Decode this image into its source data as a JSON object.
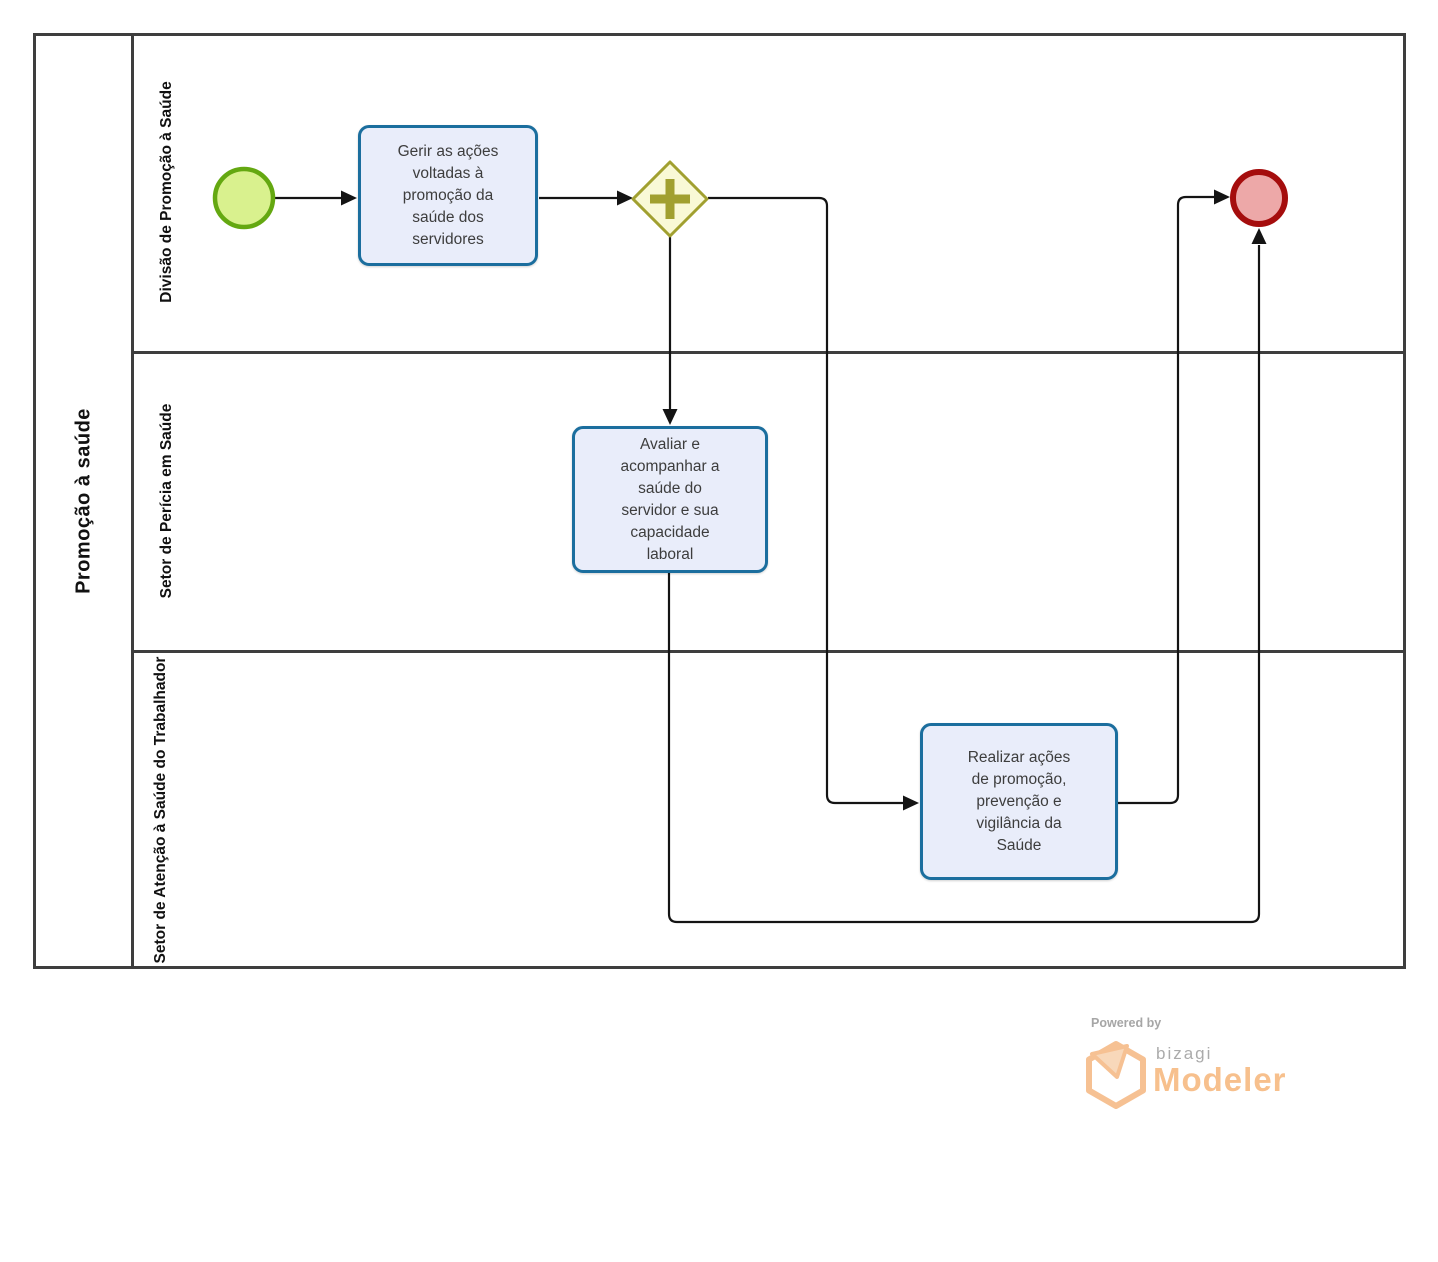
{
  "pool": {
    "label": "Promoção à saúde"
  },
  "lanes": [
    {
      "label": "Divisão de Promoção à Saúde"
    },
    {
      "label": "Setor de Perícia em Saúde"
    },
    {
      "label": "Setor de Atenção à Saúde do Trabalhador"
    }
  ],
  "nodes": {
    "start_event": {
      "type": "start-event"
    },
    "task_gerir": {
      "label": "Gerir as ações voltadas à promoção da saúde dos servidores"
    },
    "gateway": {
      "type": "parallel-gateway"
    },
    "task_avaliar": {
      "label": "Avaliar e acompanhar a saúde do servidor e sua capacidade laboral"
    },
    "task_realizar": {
      "label": "Realizar ações de promoção, prevenção e vigilância da Saúde"
    },
    "end_event": {
      "type": "end-event"
    }
  },
  "colors": {
    "task_fill": "#e9edfa",
    "task_border": "#1b6e9e",
    "gateway_fill": "#f9f9d6",
    "gateway_border": "#a1a030",
    "start_fill": "#d9f18e",
    "start_border": "#64a811",
    "end_fill": "#eda8a8",
    "end_border": "#a50d0d",
    "line": "#141414",
    "frame": "#3e3e3e",
    "logo_orange": "#f7c08d"
  },
  "footer": {
    "powered_by": "Powered by",
    "brand": "bizagi",
    "product": "Modeler"
  }
}
